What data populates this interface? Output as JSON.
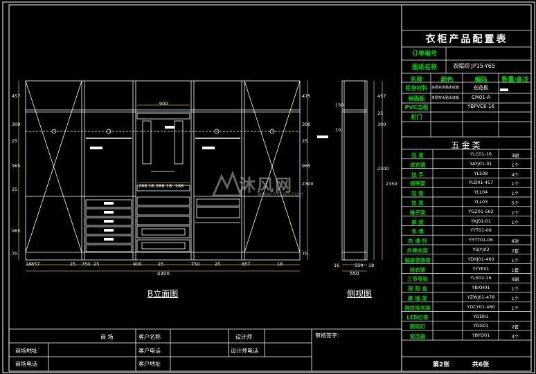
{
  "colors": {
    "bg": "#000000",
    "line": "#ffffff",
    "green": "#00d000",
    "cyan": "#00e0e0",
    "yellow": "#ffff40",
    "red": "#ff3030",
    "magenta": "#ff40ff"
  },
  "title": "衣柜产品配置表",
  "order_rows": [
    {
      "label": "订单编号",
      "value": ""
    },
    {
      "label": "图纸名称",
      "value": "衣帽间  JP15-Y65"
    }
  ],
  "material_header": [
    "名称",
    "颜色",
    "编码",
    "数量/备注"
  ],
  "materials": [
    {
      "name": "柜身材料",
      "color": "多层实木贴木纹板",
      "code": "创花板",
      "qty": ""
    },
    {
      "name": "抽面板",
      "color": "多层实木贴木纹板",
      "code": "CM01-A",
      "qty": ""
    },
    {
      "name": "PVC边框",
      "color": "",
      "code": "YBPVC6-16",
      "qty": ""
    },
    {
      "name": "柜门",
      "color": "",
      "code": "",
      "qty": ""
    }
  ],
  "hardware_title": "五金类",
  "hardware": [
    {
      "name": "拉 直",
      "code": "YLC01-16",
      "qty": "3副"
    },
    {
      "name": "试衣镜",
      "code": "YAYJ01-01",
      "qty": "1个"
    },
    {
      "name": "拉 手",
      "code": "YL508",
      "qty": "4个"
    },
    {
      "name": "领带架",
      "code": "YLD01-457",
      "qty": "1个"
    },
    {
      "name": "拉 直",
      "code": "YLL04",
      "qty": "1个"
    },
    {
      "name": "拉 直",
      "code": "YLL03",
      "qty": "5个"
    },
    {
      "name": "格子架",
      "code": "YGZ01-562",
      "qty": "1个"
    },
    {
      "name": "裤 架",
      "code": "YKJ01-01",
      "qty": "1个"
    },
    {
      "name": "衣 通",
      "code": "YYT01-06",
      "qty": ""
    },
    {
      "name": "衣 通 托",
      "code": "YYTT01-06",
      "qty": "8对"
    },
    {
      "name": "升降衣架",
      "code": "YSJYJ02",
      "qty": "2套"
    },
    {
      "name": "抽屉首饰架",
      "code": "YDXJ01-460",
      "qty": "1个"
    },
    {
      "name": "挂衣架",
      "code": "YYYE01",
      "qty": "1套"
    },
    {
      "name": "三节导轨",
      "code": "YLS02-16",
      "qty": "6副"
    },
    {
      "name": "保 险 盒",
      "code": "YBXH01",
      "qty": "1个"
    },
    {
      "name": "裤 抽 架",
      "code": "YZWJ01-478",
      "qty": "1个"
    },
    {
      "name": "抽拉挂衣架",
      "code": "YDCY01-460",
      "qty": "1个"
    },
    {
      "name": "LED灯带",
      "code": "YDD01",
      "qty": ""
    },
    {
      "name": "照明灯",
      "code": "YDG01",
      "qty": "2套"
    },
    {
      "name": "变压器",
      "code": "YBYQ01",
      "qty": "3个"
    }
  ],
  "page_info": {
    "current": "第2张",
    "total": "共6张"
  },
  "labels": {
    "front_view": "B立面图",
    "side_view": "侧视图",
    "watermark": "沐风网",
    "watermark_url": "www.mfcad.com"
  },
  "front_dims_bottom": [
    "18",
    "857",
    "25",
    "750",
    "25",
    "900",
    "25",
    "750",
    "25",
    "857",
    "18"
  ],
  "front_total_width": "4300",
  "front_inner_dims": [
    "900",
    "288",
    "18",
    "288",
    "18",
    "288"
  ],
  "front_left_dims": [
    "457",
    "300",
    "25",
    "965",
    "25",
    "965",
    "70"
  ],
  "front_right_dims": [
    "475",
    "300",
    "25",
    "965",
    "2300",
    "70"
  ],
  "side_dims_bottom": [
    "16",
    "550",
    "18"
  ],
  "side_total_width": "550",
  "side_right_dims": [
    "457",
    "25",
    "300",
    "2300",
    "2350"
  ],
  "side_left_dims": [
    "150",
    "10"
  ],
  "title_block": {
    "row1": [
      "",
      "商 场",
      "客户名称",
      "",
      "设计师",
      "",
      "审核签字:"
    ],
    "row2": [
      "商场地址",
      "",
      "客户电话",
      "",
      "设计师电话",
      ""
    ],
    "row3": [
      "商场电话",
      "",
      "客户地址",
      ""
    ]
  }
}
